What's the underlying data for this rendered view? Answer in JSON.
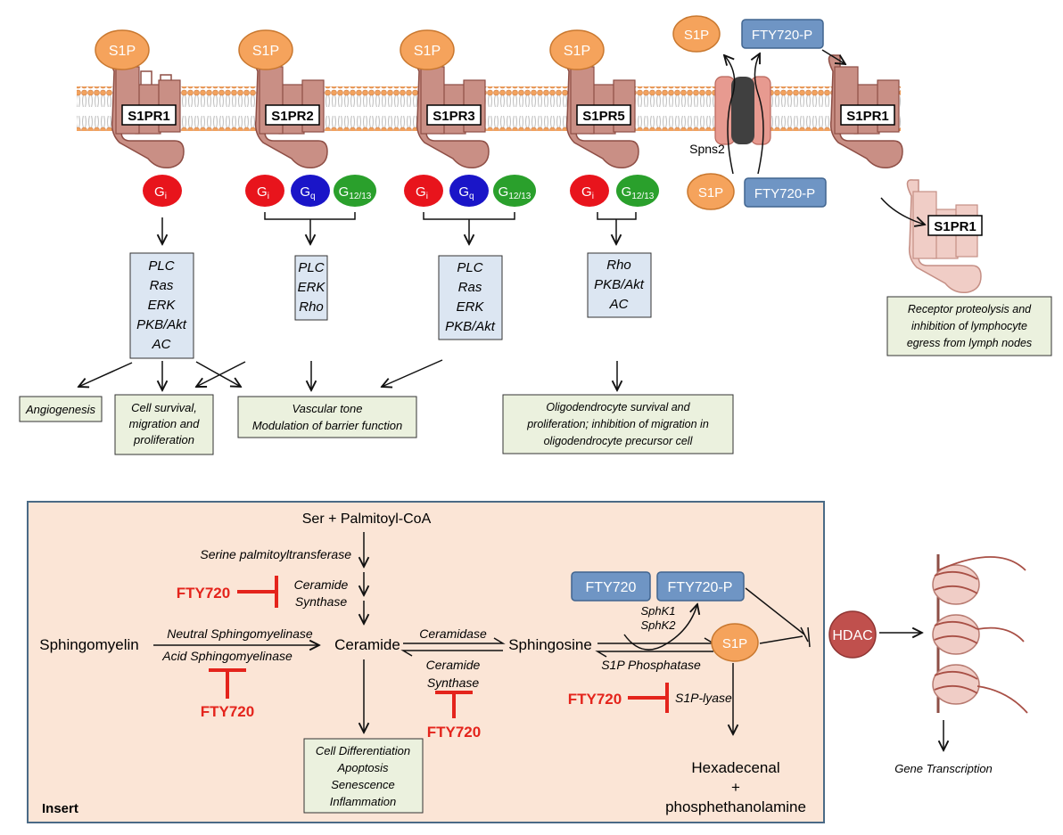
{
  "ligand": {
    "s1p": "S1P",
    "fty720p": "FTY720-P",
    "fty720": "FTY720"
  },
  "receptors": [
    {
      "label": "S1PR1"
    },
    {
      "label": "S1PR2"
    },
    {
      "label": "S1PR3"
    },
    {
      "label": "S1PR5"
    },
    {
      "label": "S1PR1"
    },
    {
      "label": "S1PR1"
    }
  ],
  "gproteins": {
    "gi": "G",
    "gi_sub": "i",
    "gq": "G",
    "gq_sub": "q",
    "g1213": "G",
    "g1213_sub": "12/13"
  },
  "transporter": {
    "label": "Spns2"
  },
  "effectors": [
    {
      "lines": [
        "PLC",
        "Ras",
        "ERK",
        "PKB/Akt",
        "AC"
      ]
    },
    {
      "lines": [
        "PLC",
        "ERK",
        "Rho"
      ]
    },
    {
      "lines": [
        "PLC",
        "Ras",
        "ERK",
        "PKB/Akt"
      ]
    },
    {
      "lines": [
        "Rho",
        "PKB/Akt",
        "AC"
      ]
    }
  ],
  "outcomes": {
    "angiogenesis": "Angiogenesis",
    "cell_survival": [
      "Cell survival,",
      "migration and",
      "proliferation"
    ],
    "vascular": [
      "Vascular tone",
      "Modulation of barrier function"
    ],
    "oligo": [
      "Oligodendrocyte survival and",
      "proliferation; inhibition of  migration in",
      "oligodendrocyte precursor cell"
    ],
    "proteolysis": [
      "Receptor proteolysis and",
      "inhibition of lymphocyte",
      "egress from lymph nodes"
    ]
  },
  "insert": {
    "label": "Insert",
    "ser_palmitoyl": "Ser + Palmitoyl-CoA",
    "serine_palmitoyltransferase": "Serine palmitoyltransferase",
    "ceramide_synthase": [
      "Ceramide",
      "Synthase"
    ],
    "sphingomyelin": "Sphingomyelin",
    "neutral_smase": "Neutral Sphingomyelinase",
    "acid_smase": "Acid Sphingomyelinase",
    "ceramide": "Ceramide",
    "ceramidase": "Ceramidase",
    "ceramide_synthase2": [
      "Ceramide",
      "Synthase"
    ],
    "sphingosine": "Sphingosine",
    "sphk": [
      "SphK1",
      "SphK2"
    ],
    "s1p_phosphatase": "S1P Phosphatase",
    "s1p_lyase": "S1P-lyase",
    "products": [
      "Hexadecenal",
      "+",
      "phosphethanolamine"
    ],
    "cell_outcomes": [
      "Cell Differentiation",
      "Apoptosis",
      "Senescence",
      "Inflammation"
    ],
    "hdac": "HDAC",
    "gene_transcription": "Gene Transcription"
  },
  "colors": {
    "receptor": "#c98f85",
    "receptor_stroke": "#8e4e45",
    "s1p_fill": "#f5a35c",
    "gi": "#e8141c",
    "gq": "#1a15c8",
    "g1213": "#2aa02c",
    "effector_box": "#dce6f2",
    "outcome_box": "#ebf1de",
    "insert_bg": "#fbe5d6",
    "insert_border": "#4a6a86",
    "fty_box": "#6f95c4",
    "inhibitor": "#e4241c",
    "hdac": "#c0504d"
  }
}
